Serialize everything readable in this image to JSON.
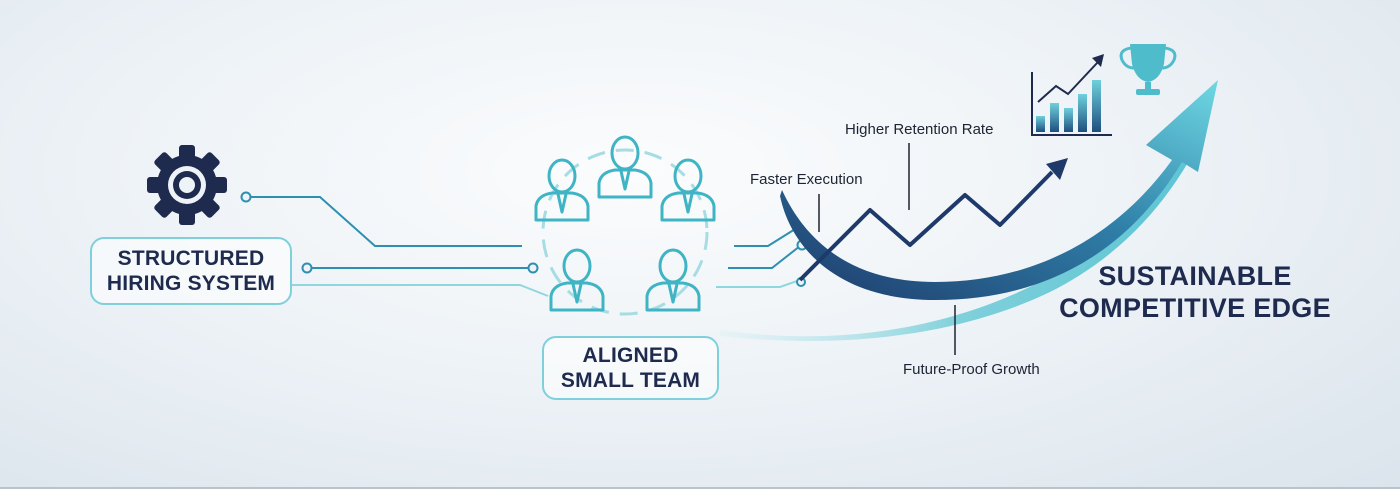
{
  "hiring_system": {
    "line1": "STRUCTURED",
    "line2": "HIRING SYSTEM",
    "icon": "gear-icon"
  },
  "team": {
    "line1": "ALIGNED",
    "line2": "SMALL TEAM",
    "icon": "people-icon"
  },
  "metrics": {
    "faster": "Faster Execution",
    "retention": "Higher Retention Rate",
    "future": "Future-Proof Growth"
  },
  "result": {
    "line1": "SUSTAINABLE",
    "line2": "COMPETITIVE EDGE",
    "icons": [
      "bar-chart-icon",
      "trophy-icon"
    ]
  },
  "colors": {
    "navy": "#1e2b4f",
    "teal": "#46b6c6",
    "light_teal": "#7fd0da"
  }
}
